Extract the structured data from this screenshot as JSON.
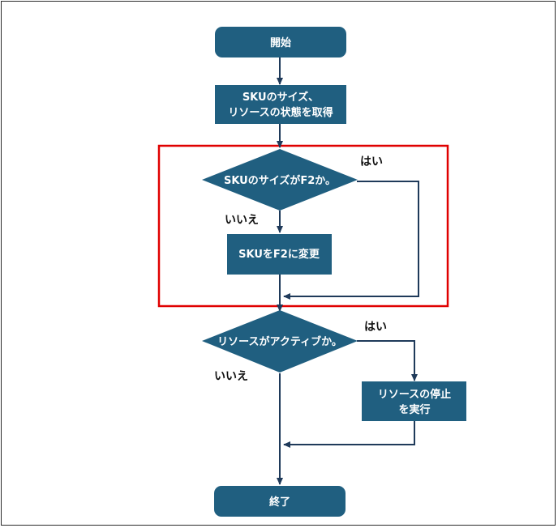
{
  "diagram": {
    "nodes": {
      "start": "開始",
      "get_state_line1": "SKUのサイズ、",
      "get_state_line2": "リソースの状態を取得",
      "decision_sku": "SKUのサイズがF2か。",
      "change_sku": "SKUをF2に変更",
      "decision_active": "リソースがアクティブか。",
      "stop_line1": "リソースの停止",
      "stop_line2": "を実行",
      "end": "終了"
    },
    "edge_labels": {
      "yes_1": "はい",
      "no_1": "いいえ",
      "yes_2": "はい",
      "no_2": "いいえ"
    }
  },
  "colors": {
    "node_fill": "#205f80",
    "highlight_border": "#e00000",
    "connector": "#1f3a5a"
  }
}
